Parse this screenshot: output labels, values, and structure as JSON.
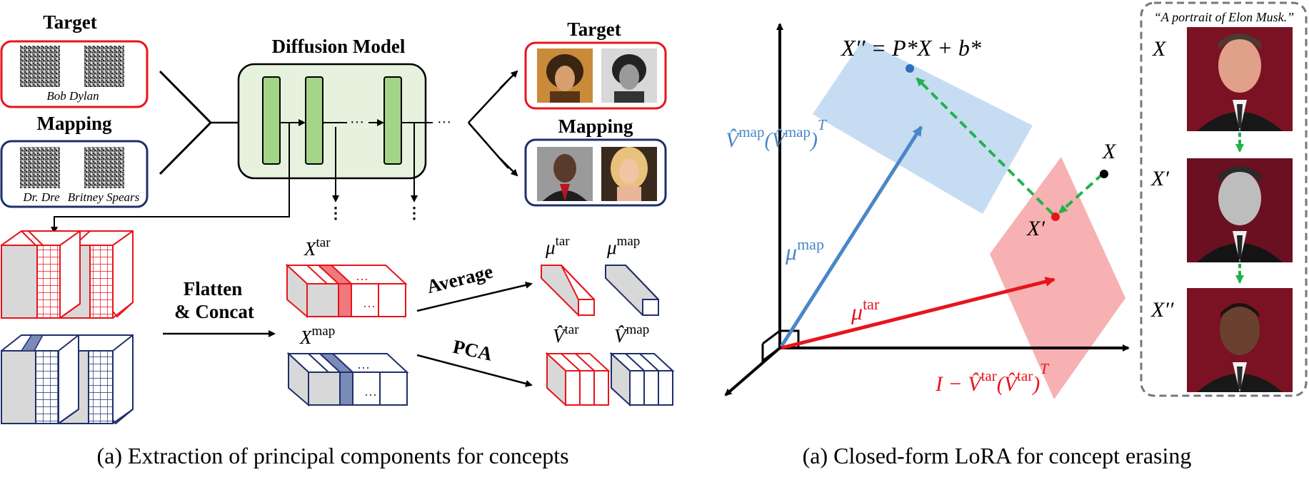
{
  "left_panel": {
    "target_title": "Target",
    "target_name": "Bob Dylan",
    "mapping_title": "Mapping",
    "mapping_name_1": "Dr. Dre",
    "mapping_name_2": "Britney Spears",
    "diffusion_label": "Diffusion Model",
    "output_target_title": "Target",
    "output_mapping_title": "Mapping",
    "flatten_line1": "Flatten",
    "flatten_line2": "& Concat",
    "x_tar": "X",
    "x_tar_sup": "tar",
    "x_map": "X",
    "x_map_sup": "map",
    "average_label": "Average",
    "pca_label": "PCA",
    "mu_tar": "μ",
    "mu_tar_sup": "tar",
    "mu_map": "μ",
    "mu_map_sup": "map",
    "v_tar": "V̂",
    "v_tar_sup": "tar",
    "v_map": "V̂",
    "v_map_sup": "map",
    "ellipsis": "···",
    "caption": "(a) Extraction of principal components for concepts"
  },
  "right_panel": {
    "x_double_prime_eq": "X′′ = P*X + b*",
    "v_map_proj_label": "V̂",
    "v_map_proj_rest": "(V̂",
    "v_map_proj_sup": "map",
    "v_map_proj_T": "T",
    "mu_map_label": "μ",
    "mu_map_sup": "map",
    "mu_tar_label": "μ",
    "mu_tar_sup": "tar",
    "x_label": "X",
    "x_prime_label": "X′",
    "erase_label": "I − V̂",
    "erase_sup": "tar",
    "erase_rest": "(V̂",
    "erase_T": "T",
    "caption": "(a) Closed-form LoRA for concept erasing"
  },
  "example_panel": {
    "prompt": "“A portrait of Elon Musk.”",
    "row_labels": [
      "X",
      "X′",
      "X′′"
    ]
  },
  "colors": {
    "red": "#e8141c",
    "navy": "#1f2f6b",
    "green_box": "#e6f2dd",
    "green_bar": "#a3d487",
    "blue_plane": "#bcd6f0",
    "red_plane": "#f6a3a5",
    "blue_arrow": "#4a86c8",
    "green_arrow": "#22b24c"
  }
}
